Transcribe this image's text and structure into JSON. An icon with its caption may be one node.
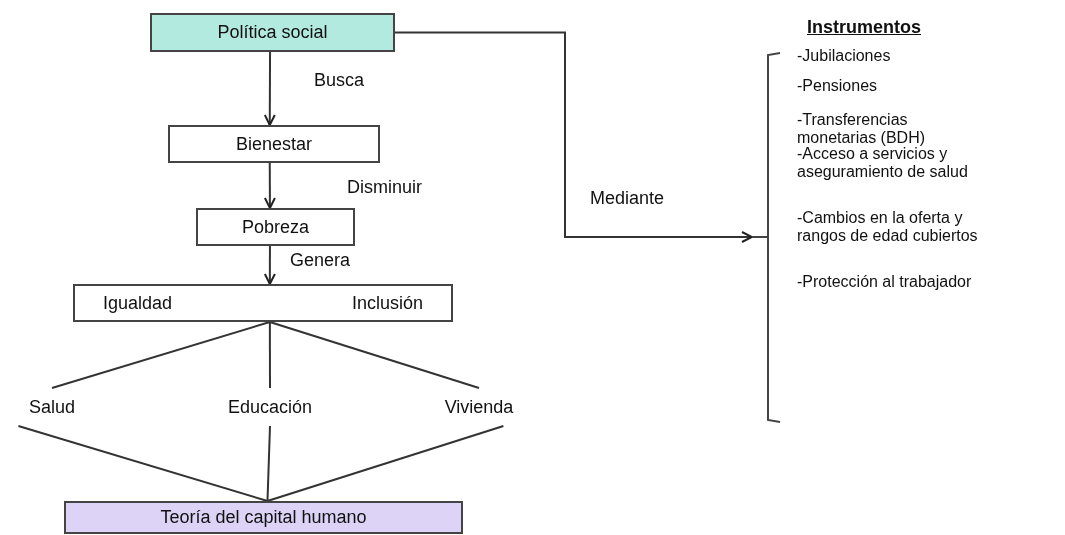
{
  "diagram": {
    "nodes": [
      {
        "text": [
          "Política social"
        ]
      },
      {
        "text": [
          "Bienestar"
        ]
      },
      {
        "text": [
          "Pobreza"
        ]
      },
      {
        "text": [
          "Igualdad",
          "Inclusión"
        ]
      },
      {
        "text": [
          "Salud"
        ]
      },
      {
        "text": [
          "Educación"
        ]
      },
      {
        "text": [
          "Vivienda"
        ]
      },
      {
        "text": [
          "Teoría del capital humano"
        ]
      },
      {
        "text": [
          "Instrumentos",
          "-Jubilaciones",
          "-Pensiones",
          "-Transferencias monetarias (BDH)",
          "-Acceso a servicios y aseguramiento de salud",
          "-Cambios en la oferta y rangos de edad cubiertos",
          "-Protección al trabajador"
        ]
      }
    ],
    "edges": [
      {
        "from": 0,
        "to": 1,
        "arrow": "to",
        "label": "Busca"
      },
      {
        "from": 1,
        "to": 2,
        "arrow": "to",
        "label": "Disminuir"
      },
      {
        "from": 2,
        "to": 3,
        "arrow": "to",
        "label": "Genera"
      },
      {
        "from": 3,
        "to": 4,
        "arrow": "none"
      },
      {
        "from": 3,
        "to": 5,
        "arrow": "none"
      },
      {
        "from": 3,
        "to": 6,
        "arrow": "none"
      },
      {
        "from": 4,
        "to": 7,
        "arrow": "none"
      },
      {
        "from": 5,
        "to": 7,
        "arrow": "none"
      },
      {
        "from": 6,
        "to": 7,
        "arrow": "none"
      },
      {
        "from": 0,
        "to": 8,
        "arrow": "to",
        "label": "Mediante"
      }
    ]
  }
}
